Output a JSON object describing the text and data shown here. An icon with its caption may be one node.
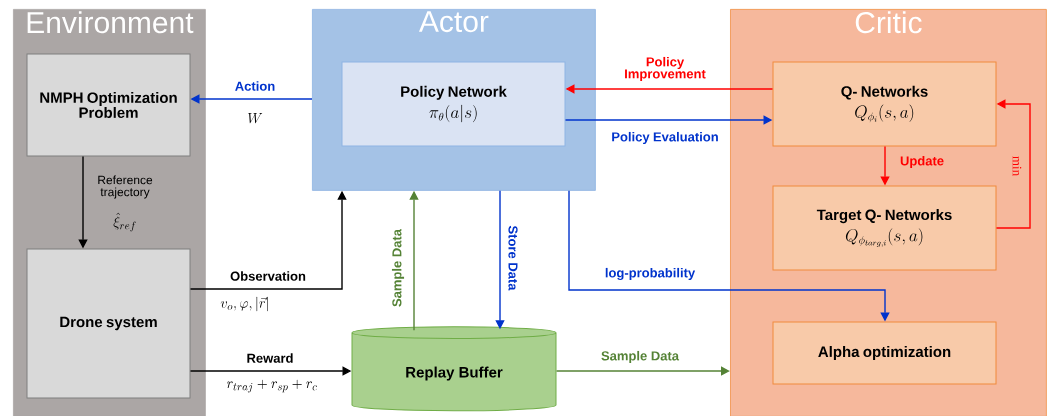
{
  "diagram": {
    "nodes": [
      {
        "text": [
          "Environment"
        ]
      },
      {
        "text": [
          "NMPH Optimization Problem"
        ],
        "in": 0
      },
      {
        "text": [
          "Drone system"
        ],
        "in": 0
      },
      {
        "text": [
          "Actor"
        ]
      },
      {
        "text": [
          "Policy Network",
          "\\pi_{\\theta}(a|s)"
        ],
        "in": 3
      },
      {
        "text": [
          "Replay Buffer"
        ]
      },
      {
        "text": [
          "Critic"
        ]
      },
      {
        "text": [
          "Q- Networks",
          "Q_{\\phi_i}(s,a)"
        ],
        "in": 6
      },
      {
        "text": [
          "Target Q- Networks",
          "Q_{\\phi_{targ,i}}(s,a)"
        ],
        "in": 6
      },
      {
        "text": [
          "Alpha optimization"
        ],
        "in": 6
      }
    ],
    "edges": [
      {
        "from": 3,
        "to": 1,
        "arrow": "to",
        "label": "Action",
        "color": "#0033cc"
      },
      {
        "from": 1,
        "to": 2,
        "arrow": "to",
        "label": "Reference trajectory",
        "color": "#000000"
      },
      {
        "from": 2,
        "to": 3,
        "arrow": "to",
        "label": "Observation",
        "color": "#000000"
      },
      {
        "from": 2,
        "to": 5,
        "arrow": "to",
        "label": "Reward",
        "color": "#000000"
      },
      {
        "from": 5,
        "to": 3,
        "arrow": "to",
        "label": "Sample Data",
        "color": "#548235"
      },
      {
        "from": 3,
        "to": 5,
        "arrow": "to",
        "label": "Store Data",
        "color": "#0033cc"
      },
      {
        "from": 3,
        "to": 9,
        "arrow": "to",
        "label": "log-probability",
        "color": "#0033cc"
      },
      {
        "from": 5,
        "to": 6,
        "arrow": "to",
        "label": "Sample Data",
        "color": "#548235"
      },
      {
        "from": 7,
        "to": 4,
        "arrow": "to",
        "label": "Policy Improvement",
        "color": "#ff0000"
      },
      {
        "from": 4,
        "to": 7,
        "arrow": "to",
        "label": "Policy Evaluation",
        "color": "#0033cc"
      },
      {
        "from": 7,
        "to": 8,
        "arrow": "to",
        "label": "Update",
        "color": "#ff0000"
      },
      {
        "from": 8,
        "to": 7,
        "arrow": "to",
        "label": "min",
        "color": "#ff0000"
      }
    ],
    "labels": [
      "W",
      "\\hat{\\xi}_{ref}",
      "v_o, \\varphi, |\\vec{r}|",
      "r_{traj} + r_{sp} + r_c"
    ]
  }
}
